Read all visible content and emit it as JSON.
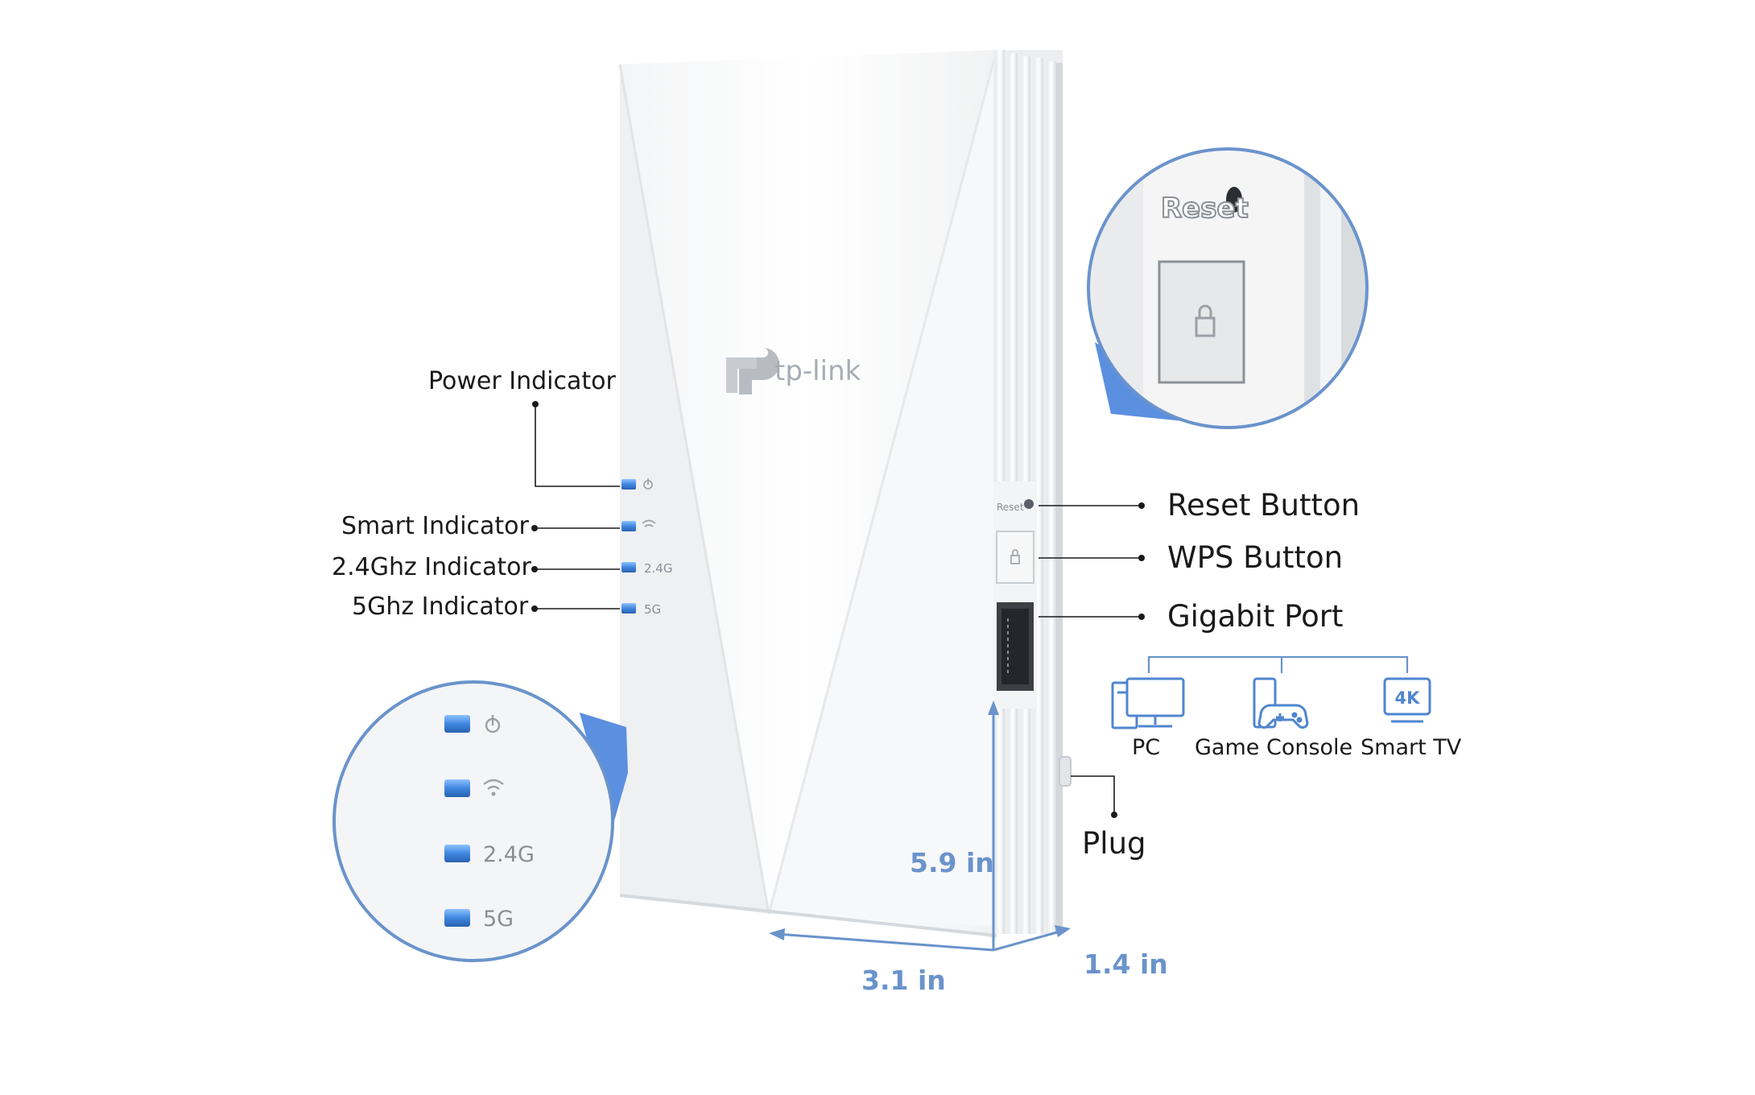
{
  "brand": {
    "logo_text": "tp-link"
  },
  "device_markings": {
    "led_24": "2.4G",
    "led_5": "5G",
    "reset_tiny": "Reset",
    "reset_zoom": "Reset"
  },
  "callouts_left": {
    "power": "Power Indicator",
    "smart": "Smart Indicator",
    "g24": "2.4Ghz Indicator",
    "g5": "5Ghz Indicator"
  },
  "callouts_right": {
    "reset": "Reset Button",
    "wps": "WPS Button",
    "port": "Gigabit Port",
    "plug": "Plug"
  },
  "devices": {
    "pc": "PC",
    "console": "Game Console",
    "tv": "Smart TV",
    "tv_badge": "4K"
  },
  "dimensions": {
    "height": "5.9 in",
    "width": "3.1 in",
    "depth": "1.4 in"
  },
  "colors": {
    "accent_blue": "#6a93cb",
    "line_blue": "#5b8fd6",
    "led_blue": "#4a8fe0",
    "text_dark": "#1a1a1a"
  }
}
